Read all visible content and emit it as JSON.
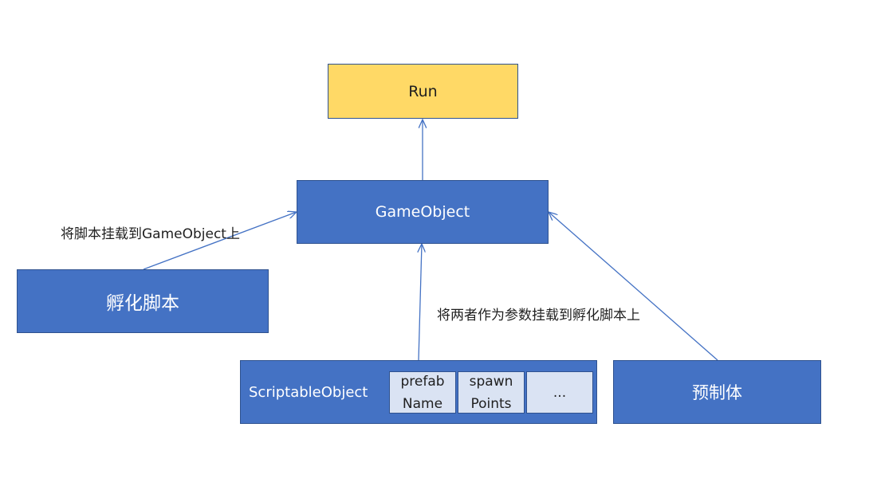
{
  "nodes": {
    "run": "Run",
    "gameobject": "GameObject",
    "incubate_script": "孵化脚本",
    "scriptable_object": "ScriptableObject",
    "prefab": "预制体"
  },
  "so_cells": {
    "prefab_name": [
      "prefab",
      "Name"
    ],
    "spawn_points": [
      "spawn",
      "Points"
    ],
    "more": "..."
  },
  "edge_labels": {
    "script_to_gameobject": "将脚本挂载到GameObject上",
    "both_to_script": "将两者作为参数挂载到孵化脚本上"
  },
  "colors": {
    "node_blue": "#4472c4",
    "node_yellow": "#ffd966",
    "cell_fill": "#dae3f3",
    "edge": "#4472c4"
  }
}
